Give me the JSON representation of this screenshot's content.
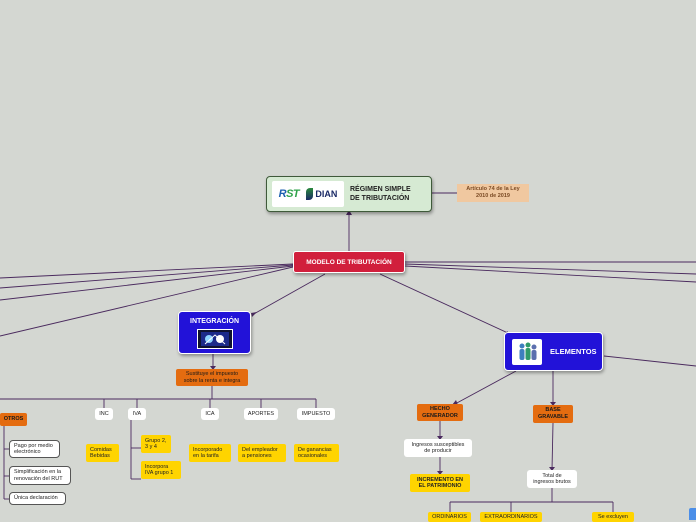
{
  "map": {
    "regimen": {
      "logo_rst": "RST",
      "logo_dian": "DIAN",
      "title": "RÉGIMEN SIMPLE\nDE TRIBUTACIÓN"
    },
    "articulo": "Artículo 74 de la Ley\n2010 de 2019",
    "modelo": "MODELO DE TRIBUTACIÓN",
    "integracion": {
      "title": "INTEGRACIÓN",
      "sustituye": "Sustituye el impuesto\nsobre la renta e integra",
      "items": [
        "INC",
        "IVA",
        "ICA",
        "APORTES",
        "IMPUESTO"
      ],
      "comidas": "Comidas\nBebidas",
      "grupo2": "Grupo 2,\n3 y 4",
      "incorpora": "Incorpora\nIVA grupo 1",
      "incorporado": "Incorporado\nen la tarifa",
      "empleador": "Del empleador\na pensiones",
      "ganancias": "De ganancias\nocasionales"
    },
    "otros": {
      "title": "OTROS",
      "items": [
        "Pago por medio\nelectrónico",
        "Simplificación en la\nrenovación del RUT",
        "Única declaración"
      ]
    },
    "elementos": {
      "title": "ELEMENTOS",
      "hecho": "HECHO\nGENERADOR",
      "ingresos": "Ingresos susceptibles\nde producir",
      "incremento": "INCREMENTO EN\nEL PATRIMONIO",
      "base": "BASE\nGRAVABLE",
      "total": "Total de\ningresos brutos",
      "ordinarios": "ORDINARIOS",
      "extraordinarios": "EXTRAORDINARIOS",
      "excluyen": "Se excluyen"
    }
  }
}
